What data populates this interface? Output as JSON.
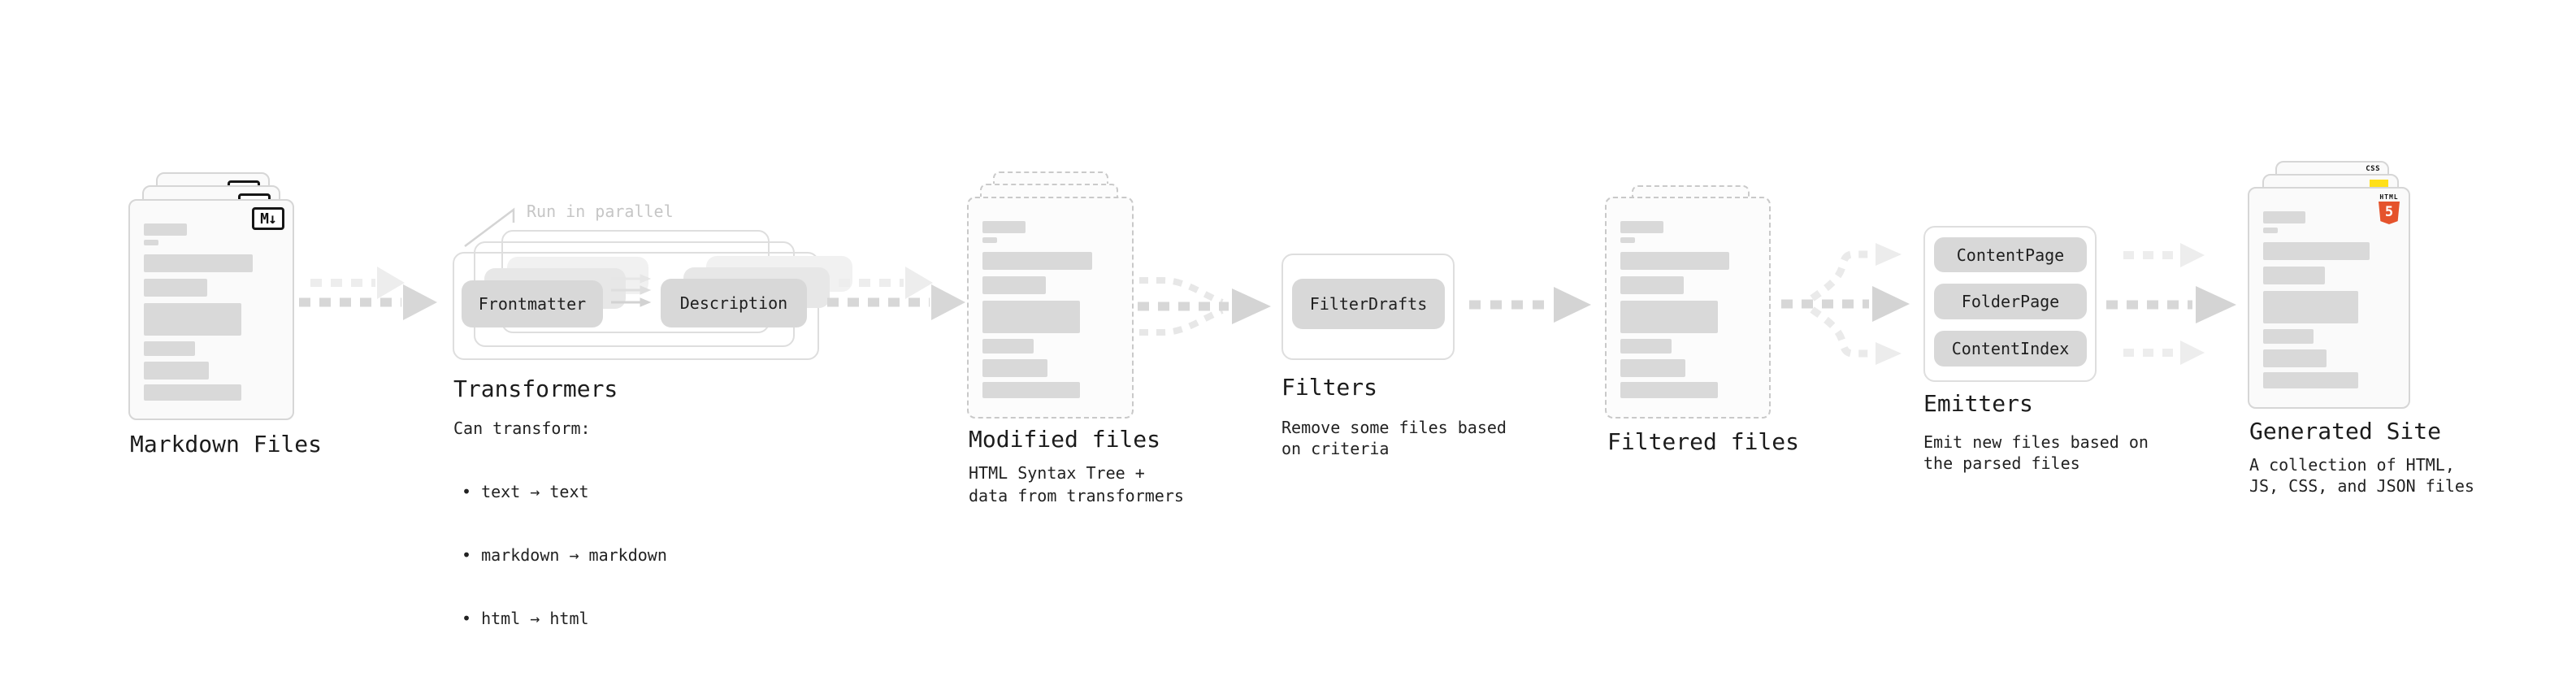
{
  "stages": {
    "markdown_files": {
      "label": "Markdown Files",
      "file_type_badge": "M↓",
      "file_count": 3
    },
    "transformers": {
      "heading": "Transformers",
      "parallel_note": "Run in parallel",
      "pills": [
        "Frontmatter",
        "Description"
      ],
      "description_title": "Can transform:",
      "capabilities": [
        "• text → text",
        "• markdown → markdown",
        "• html → html"
      ]
    },
    "modified_files": {
      "label": "Modified files",
      "description": "HTML Syntax Tree +\ndata from transformers"
    },
    "filters": {
      "heading": "Filters",
      "pills": [
        "FilterDrafts"
      ],
      "description": "Remove some files based\non criteria"
    },
    "filtered_files": {
      "label": "Filtered files"
    },
    "emitters": {
      "heading": "Emitters",
      "pills": [
        "ContentPage",
        "FolderPage",
        "ContentIndex"
      ],
      "description": "Emit new files based on\nthe parsed files"
    },
    "generated_site": {
      "label": "Generated Site",
      "description": "A collection of HTML,\nJS, CSS, and JSON files",
      "file_badges": {
        "html_label": "HTML",
        "html_number": "5",
        "css_label": "CSS",
        "js_swatch": "#ffe01a"
      }
    }
  },
  "colors": {
    "background": "#ffffff",
    "card_bg": "#fafafa",
    "card_border": "#d6d6d6",
    "placeholder_bar": "#d9d9d9",
    "pill_bg": "#d8d8d8",
    "arrow_dark": "#d7d7d7",
    "arrow_light": "#ededed",
    "note_text": "#c6c6c6",
    "text": "#1c1c1c",
    "html5_orange": "#e5532c",
    "js_yellow": "#ffe01a",
    "css_blue": "#2456e4",
    "md_badge_border": "#161616"
  },
  "decor": {
    "doc_bars": [
      {
        "w": 32,
        "h": 15,
        "g": 0
      },
      {
        "w": 11,
        "h": 7,
        "g": 5
      },
      {
        "w": 81,
        "h": 22,
        "g": 11
      },
      {
        "w": 47,
        "h": 22,
        "g": 8
      },
      {
        "w": 72,
        "h": 40,
        "g": 8
      },
      {
        "w": 38,
        "h": 18,
        "g": 7
      },
      {
        "w": 48,
        "h": 22,
        "g": 7
      },
      {
        "w": 72,
        "h": 20,
        "g": 6
      }
    ]
  }
}
